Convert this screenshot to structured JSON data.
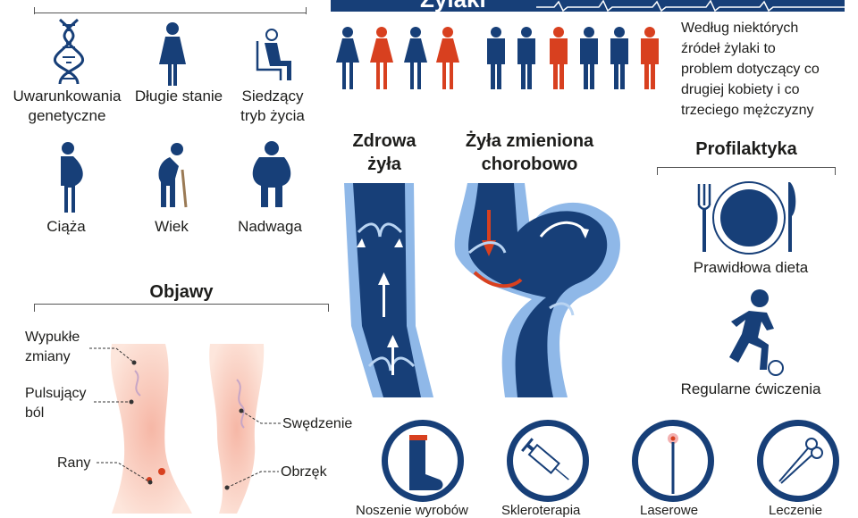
{
  "header": {
    "title": "Żylaki"
  },
  "stat_text": [
    "Według niektórych",
    "źródeł żylaki to",
    "problem dotyczący co",
    "drugiej kobiety i co",
    "trzeciego mężczyzny"
  ],
  "causes": {
    "items": [
      {
        "line1": "Uwarunkowania",
        "line2": "genetyczne",
        "icon": "dna-icon"
      },
      {
        "line1": "Długie stanie",
        "line2": "",
        "icon": "standing-woman-icon"
      },
      {
        "line1": "Siedzący",
        "line2": "tryb życia",
        "icon": "sitting-person-icon"
      },
      {
        "line1": "Ciąża",
        "line2": "",
        "icon": "pregnant-woman-icon"
      },
      {
        "line1": "Wiek",
        "line2": "",
        "icon": "elderly-person-icon"
      },
      {
        "line1": "Nadwaga",
        "line2": "",
        "icon": "overweight-person-icon"
      }
    ]
  },
  "veins": {
    "healthy_title": [
      "Zdrowa",
      "żyła"
    ],
    "diseased_title": [
      "Żyła zmieniona",
      "chorobowo"
    ]
  },
  "symptoms": {
    "title": "Objawy",
    "labels": {
      "bulges": [
        "Wypukłe",
        "zmiany"
      ],
      "pain": [
        "Pulsujący",
        "ból"
      ],
      "wounds": "Rany",
      "itching": "Swędzenie",
      "swelling": "Obrzęk"
    }
  },
  "prevention": {
    "title": "Profilaktyka",
    "diet": "Prawidłowa dieta",
    "exercise": "Regularne ćwiczenia"
  },
  "treatments": [
    {
      "label": "Noszenie wyrobów",
      "icon": "compression-stocking-icon"
    },
    {
      "label": "Skleroterapia",
      "icon": "syringe-icon"
    },
    {
      "label": "Laserowe",
      "icon": "laser-icon"
    },
    {
      "label": "Leczenie",
      "icon": "surgical-scissors-icon"
    }
  ],
  "colors": {
    "navy": "#173f78",
    "red": "#d8401f",
    "light_blue": "#8fb8e8"
  }
}
